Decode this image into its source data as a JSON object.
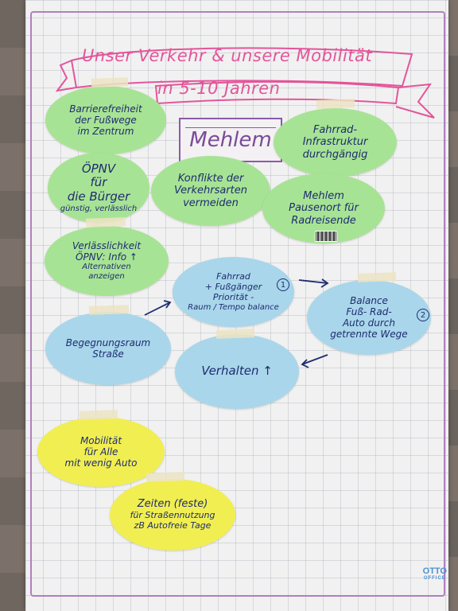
{
  "title": {
    "line1": "Unser Verkehr & unsere Mobilität",
    "line2": "in 5-10 Jahren"
  },
  "center_label": "Mehlem",
  "notes": {
    "barrierefreiheit": {
      "lines": [
        "Barrierefreiheit",
        "der Fußwege",
        "im Zentrum"
      ]
    },
    "fahrrad_infra": {
      "lines": [
        "Fahrrad-",
        "Infrastruktur",
        "durchgängig"
      ]
    },
    "oepnv": {
      "lines": [
        "ÖPNV",
        "für",
        "die Bürger"
      ],
      "sub": "günstig, verlässlich"
    },
    "konflikte": {
      "lines": [
        "Konflikte der",
        "Verkehrsarten",
        "vermeiden"
      ]
    },
    "pausenort": {
      "lines": [
        "Mehlem",
        "Pausenort für",
        "Radreisende"
      ]
    },
    "verlaesslichkeit": {
      "lines": [
        "Verlässlichkeit",
        "ÖPNV: Info ↑",
        "Alternativen",
        "anzeigen"
      ]
    },
    "prioritaet": {
      "lines": [
        "Fahrrad",
        "+ Fußgänger",
        "Priorität -",
        "Raum / Tempo balance"
      ],
      "number": "1"
    },
    "balance": {
      "lines": [
        "Balance",
        "Fuß- Rad-",
        "Auto durch",
        "getrennte Wege"
      ],
      "number": "2"
    },
    "begegnungsraum": {
      "lines": [
        "Begegnungsraum",
        "Straße"
      ]
    },
    "verhalten": {
      "lines": [
        "Verhalten ↑"
      ]
    },
    "mobilitaet": {
      "lines": [
        "Mobilität",
        "für Alle",
        "mit wenig Auto"
      ]
    },
    "zeiten": {
      "lines": [
        "Zeiten (feste)",
        "für Straßennutzung",
        "zB Autofreie Tage"
      ]
    }
  },
  "logo": {
    "brand": "OTTO",
    "sub": "OFFICE"
  },
  "colors": {
    "green_note": "#a7e394",
    "blue_note": "#a9d6ea",
    "yellow_note": "#f1ee52",
    "title_pink": "#e3559a",
    "ink_blue": "#1d2c70",
    "frame_purple": "#b07fbf"
  }
}
